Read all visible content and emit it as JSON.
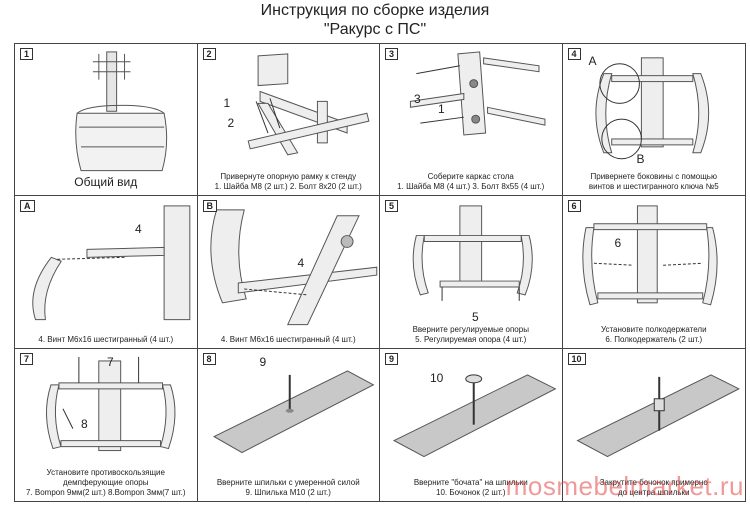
{
  "title_line1": "Инструкция по сборке изделия",
  "title_line2": "\"Ракурс с ПС\"",
  "watermark": "mosmebelmarket.ru",
  "steps": [
    {
      "num": "1",
      "caption": [
        "Общий вид"
      ],
      "callouts": []
    },
    {
      "num": "2",
      "caption": [
        "Привернуте опорную рамку к стенду",
        "1. Шайба М8 (2 шт.) 2. Болт 8х20 (2 шт.)"
      ],
      "callouts": [
        "1",
        "2"
      ]
    },
    {
      "num": "3",
      "caption": [
        "Соберите каркас стола",
        "1. Шайба М8 (4 шт.) 3. Болт 8х55 (4 шт.)"
      ],
      "callouts": [
        "3",
        "1"
      ]
    },
    {
      "num": "4",
      "caption": [
        "Привернете боковины с помощью",
        "винтов и шестигранного ключа №5"
      ],
      "callouts": [
        "A",
        "B"
      ]
    },
    {
      "num": "A",
      "caption": [
        "4. Винт М6х16 шестигранный (4 шт.)"
      ],
      "callouts": [
        "4"
      ]
    },
    {
      "num": "B",
      "caption": [
        "4. Винт М6х16 шестигранный (4 шт.)"
      ],
      "callouts": [
        "4"
      ]
    },
    {
      "num": "5",
      "caption": [
        "Вверните регулируемые опоры",
        "5. Регулируемая опора (4 шт.)"
      ],
      "callouts": [
        "5"
      ]
    },
    {
      "num": "6",
      "caption": [
        "Установите полкодержатели",
        "6. Полкодержатель (2 шт.)"
      ],
      "callouts": [
        "6"
      ]
    },
    {
      "num": "7",
      "caption": [
        "Установите противоскользящие",
        "демпферующие опоры",
        "7. Bompon 9мм(2 шт.) 8.Bompon 3мм(7 шт.)"
      ],
      "callouts": [
        "7",
        "8"
      ]
    },
    {
      "num": "8",
      "caption": [
        "Вверните шпильки с умеренной силой",
        "9. Шпилька М10 (2 шт.)"
      ],
      "callouts": [
        "9"
      ]
    },
    {
      "num": "9",
      "caption": [
        "Вверните \"бочата\" на шпильки",
        "10. Бочонок (2 шт.)"
      ],
      "callouts": [
        "10"
      ]
    },
    {
      "num": "10",
      "caption": [
        "Закрутите бочонок примерно",
        "до центра шпильки"
      ],
      "callouts": []
    }
  ]
}
